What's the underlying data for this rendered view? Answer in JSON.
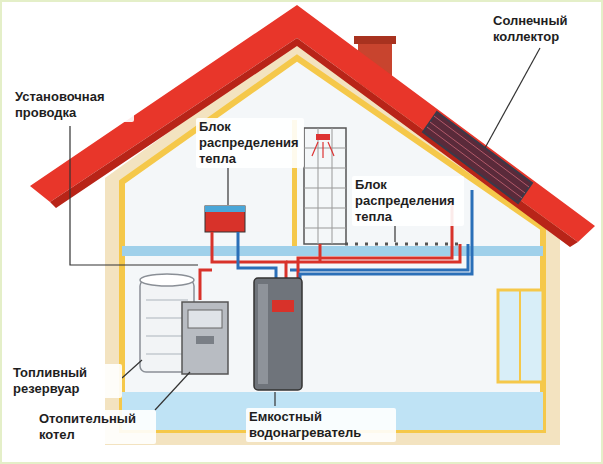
{
  "diagram": {
    "labels": [
      "Солнечный коллектор",
      "Установочная проводка",
      "Блок распределения тепла",
      "Блок распределения тепла",
      "Топливный резервуар",
      "Отопительный котел",
      "Емкостный водонагреватель"
    ]
  }
}
